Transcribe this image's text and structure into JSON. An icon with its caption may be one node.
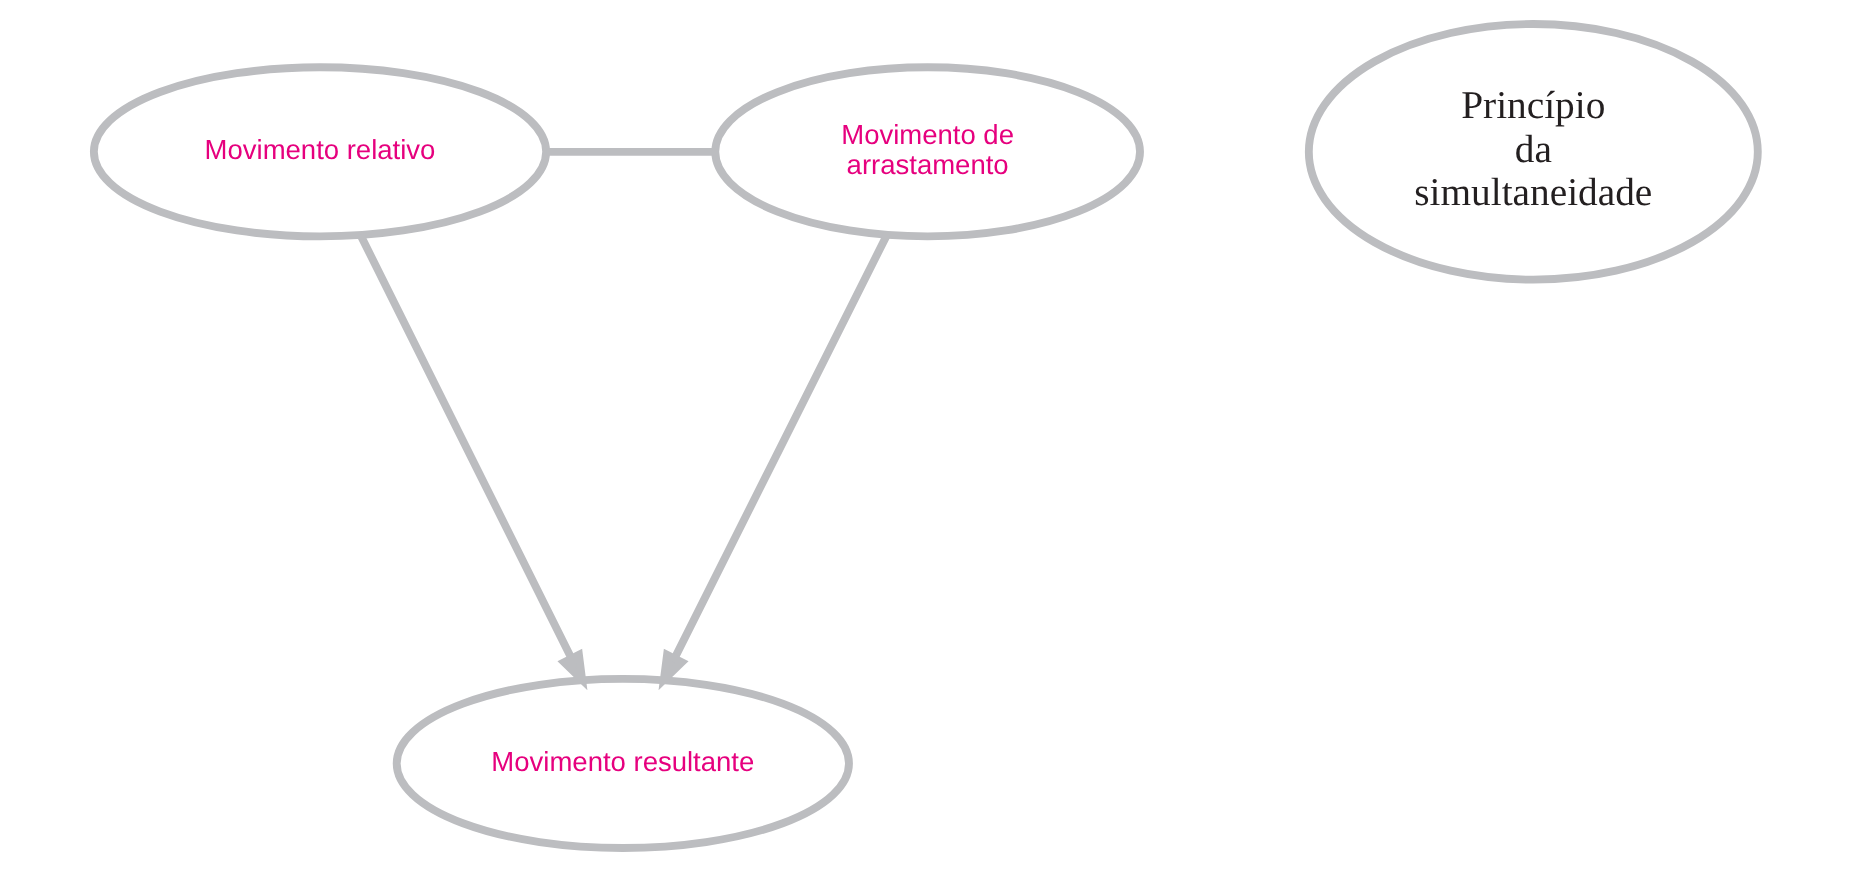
{
  "diagram": {
    "nodes": [
      {
        "text": [
          "Movimento relativo"
        ]
      },
      {
        "text": [
          "Movimento de arrastamento"
        ]
      },
      {
        "text": [
          "Princípio da simultaneidade"
        ]
      },
      {
        "text": [
          "Movimento resultante"
        ]
      }
    ],
    "edges": [
      {
        "from": 0,
        "to": 1,
        "arrow": "none"
      },
      {
        "from": 0,
        "to": 3,
        "arrow": "to"
      },
      {
        "from": 1,
        "to": 3,
        "arrow": "to"
      }
    ]
  }
}
